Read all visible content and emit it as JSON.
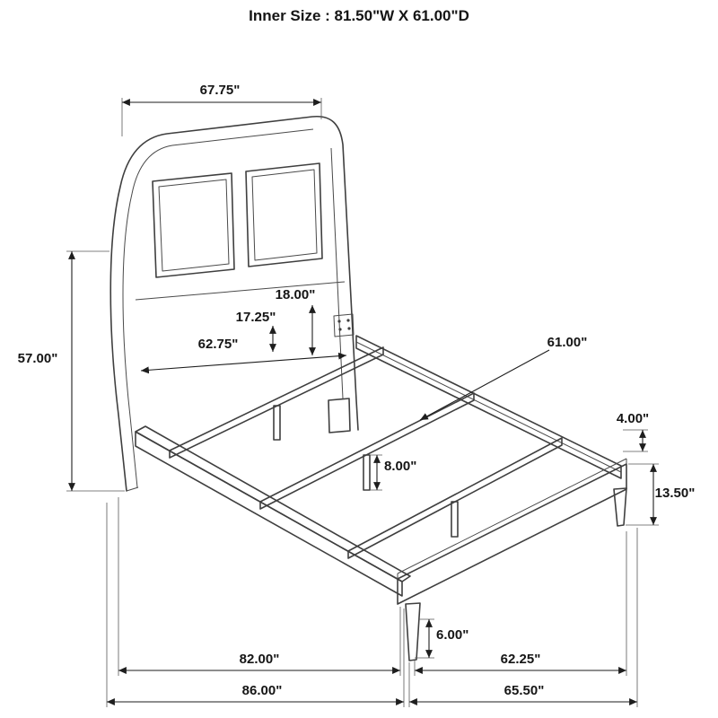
{
  "title": "Inner Size : 81.50\"W X 61.00\"D",
  "dims": {
    "headboard_top_width": "67.75\"",
    "headboard_height": "57.00\"",
    "headboard_inner_width": "62.75\"",
    "panel_offset": "17.25\"",
    "panel_height": "18.00\"",
    "slat_length": "61.00\"",
    "rail_height": "4.00\"",
    "center_leg_height": "8.00\"",
    "footboard_height": "13.50\"",
    "foot_leg_height": "6.00\"",
    "inner_length": "82.00\"",
    "footboard_inner_width": "62.25\"",
    "overall_length": "86.00\"",
    "footboard_overall_width": "65.50\""
  }
}
